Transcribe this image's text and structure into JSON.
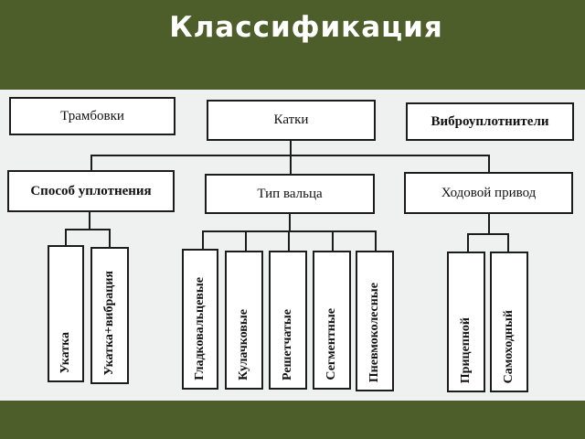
{
  "title": "Классификация",
  "top": {
    "tamping": "Трамбовки",
    "rollers": "Катки",
    "vibro": "Виброуплотнители"
  },
  "middle": {
    "method": "Способ уплотнения",
    "drum": "Тип вальца",
    "drive": "Ходовой привод"
  },
  "leaves": {
    "method": [
      "Укатка",
      "Укатка+вибрация"
    ],
    "drum": [
      "Гладковальцевые",
      "Кулачковые",
      "Решетчатые",
      "Сегментные",
      "Пневмоколесные"
    ],
    "drive": [
      "Прицепной",
      "Самоходный"
    ]
  }
}
